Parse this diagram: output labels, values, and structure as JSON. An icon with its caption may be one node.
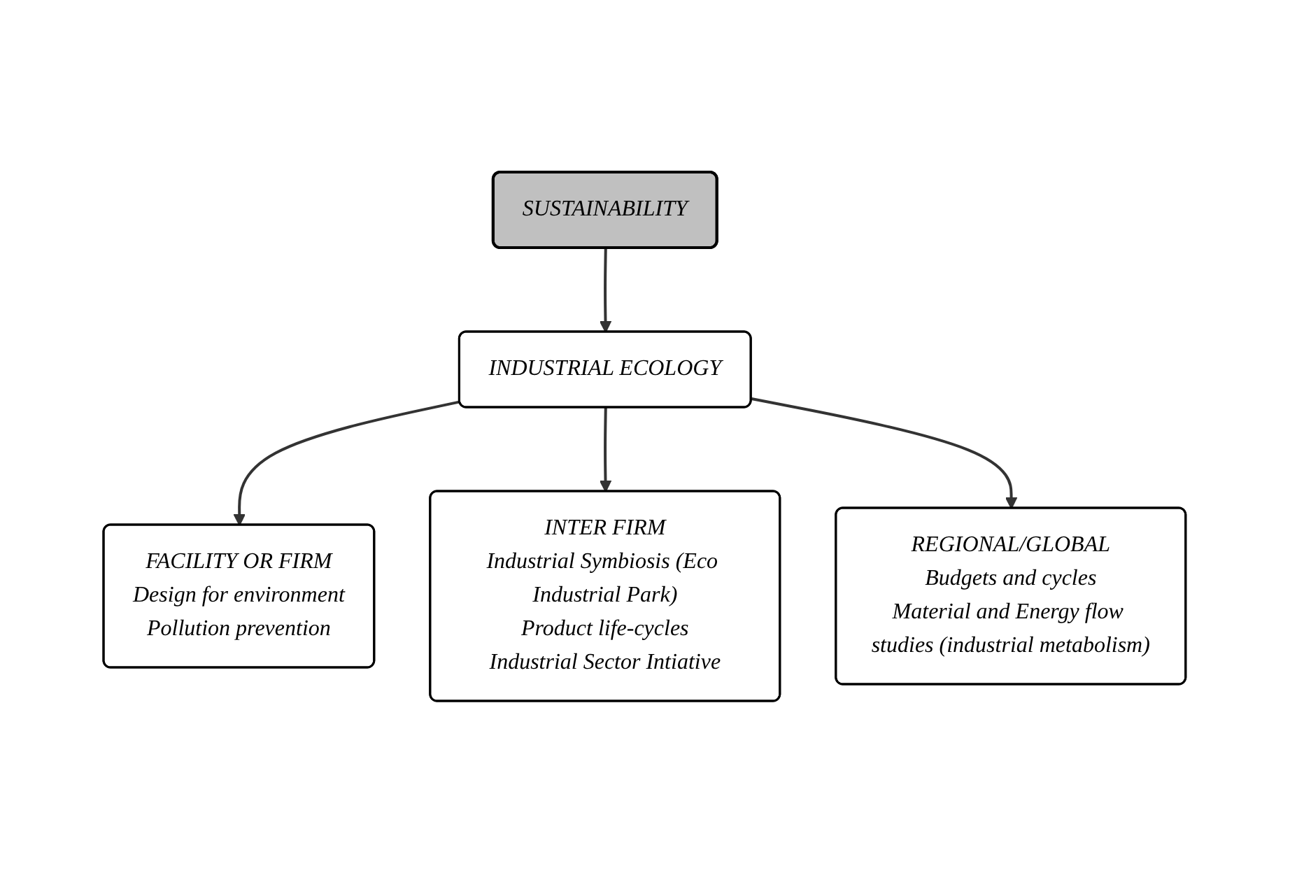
{
  "diagram": {
    "nodes": [
      {
        "text": [
          "SUSTAINABILITY"
        ]
      },
      {
        "text": [
          "INDUSTRIAL ECOLOGY"
        ]
      },
      {
        "text": [
          "FACILITY OR FIRM",
          "Design for environment",
          "Pollution prevention"
        ]
      },
      {
        "text": [
          "INTER FIRM",
          "Industrial Symbiosis (Eco Industrial Park)",
          "Product life-cycles",
          "Industrial Sector Intiative"
        ]
      },
      {
        "text": [
          "REGIONAL/GLOBAL",
          "Budgets and cycles",
          "Material and Energy flow studies (industrial metabolism)"
        ]
      }
    ],
    "edges": [
      {
        "from": 0,
        "to": 1,
        "arrow": "to"
      },
      {
        "from": 1,
        "to": 2,
        "arrow": "to"
      },
      {
        "from": 1,
        "to": 3,
        "arrow": "to"
      },
      {
        "from": 1,
        "to": 4,
        "arrow": "to"
      }
    ]
  }
}
